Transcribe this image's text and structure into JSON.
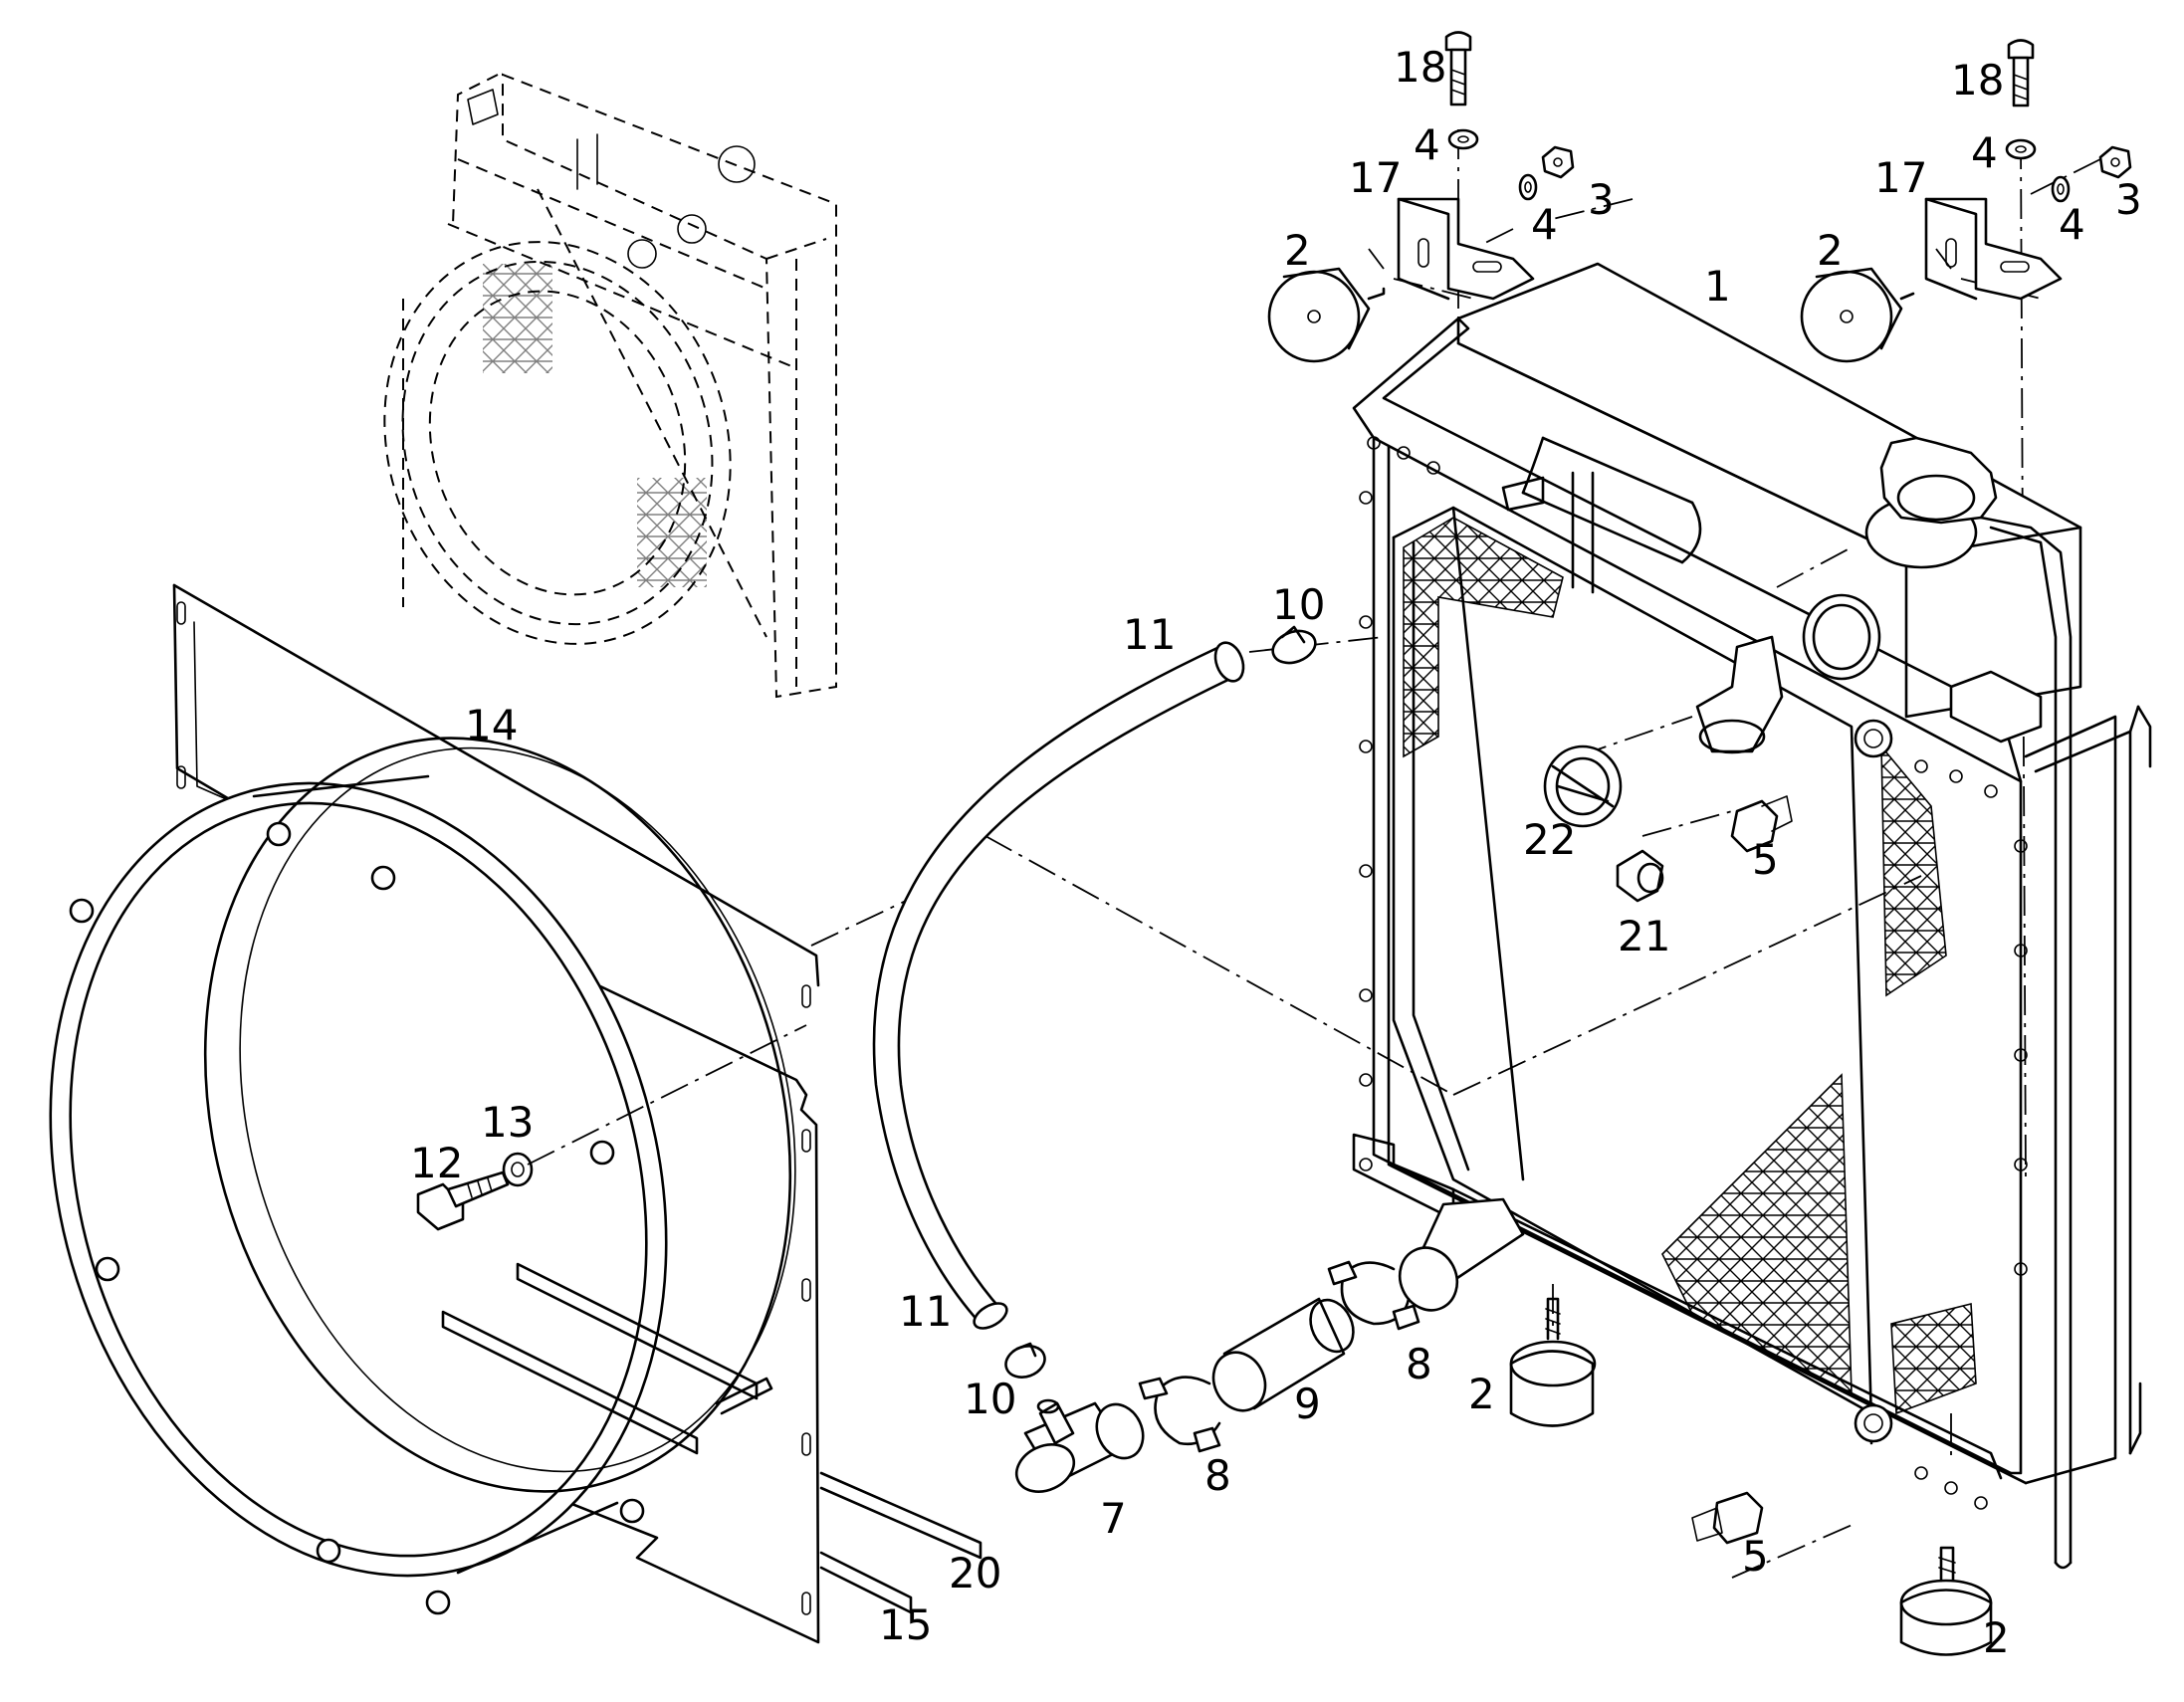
{
  "labels": {
    "l1": "1",
    "l2a": "2",
    "l2b": "2",
    "l2c": "2",
    "l2d": "2",
    "l3a": "3",
    "l3b": "3",
    "l4a": "4",
    "l4b": "4",
    "l4c": "4",
    "l4d": "4",
    "l5a": "5",
    "l5b": "5",
    "l7": "7",
    "l8a": "8",
    "l8b": "8",
    "l9": "9",
    "l10a": "10",
    "l10b": "10",
    "l11a": "11",
    "l11b": "11",
    "l12": "12",
    "l13": "13",
    "l14": "14",
    "l15": "15",
    "l17a": "17",
    "l17b": "17",
    "l18a": "18",
    "l18b": "18",
    "l20": "20",
    "l21": "21",
    "l22": "22"
  }
}
